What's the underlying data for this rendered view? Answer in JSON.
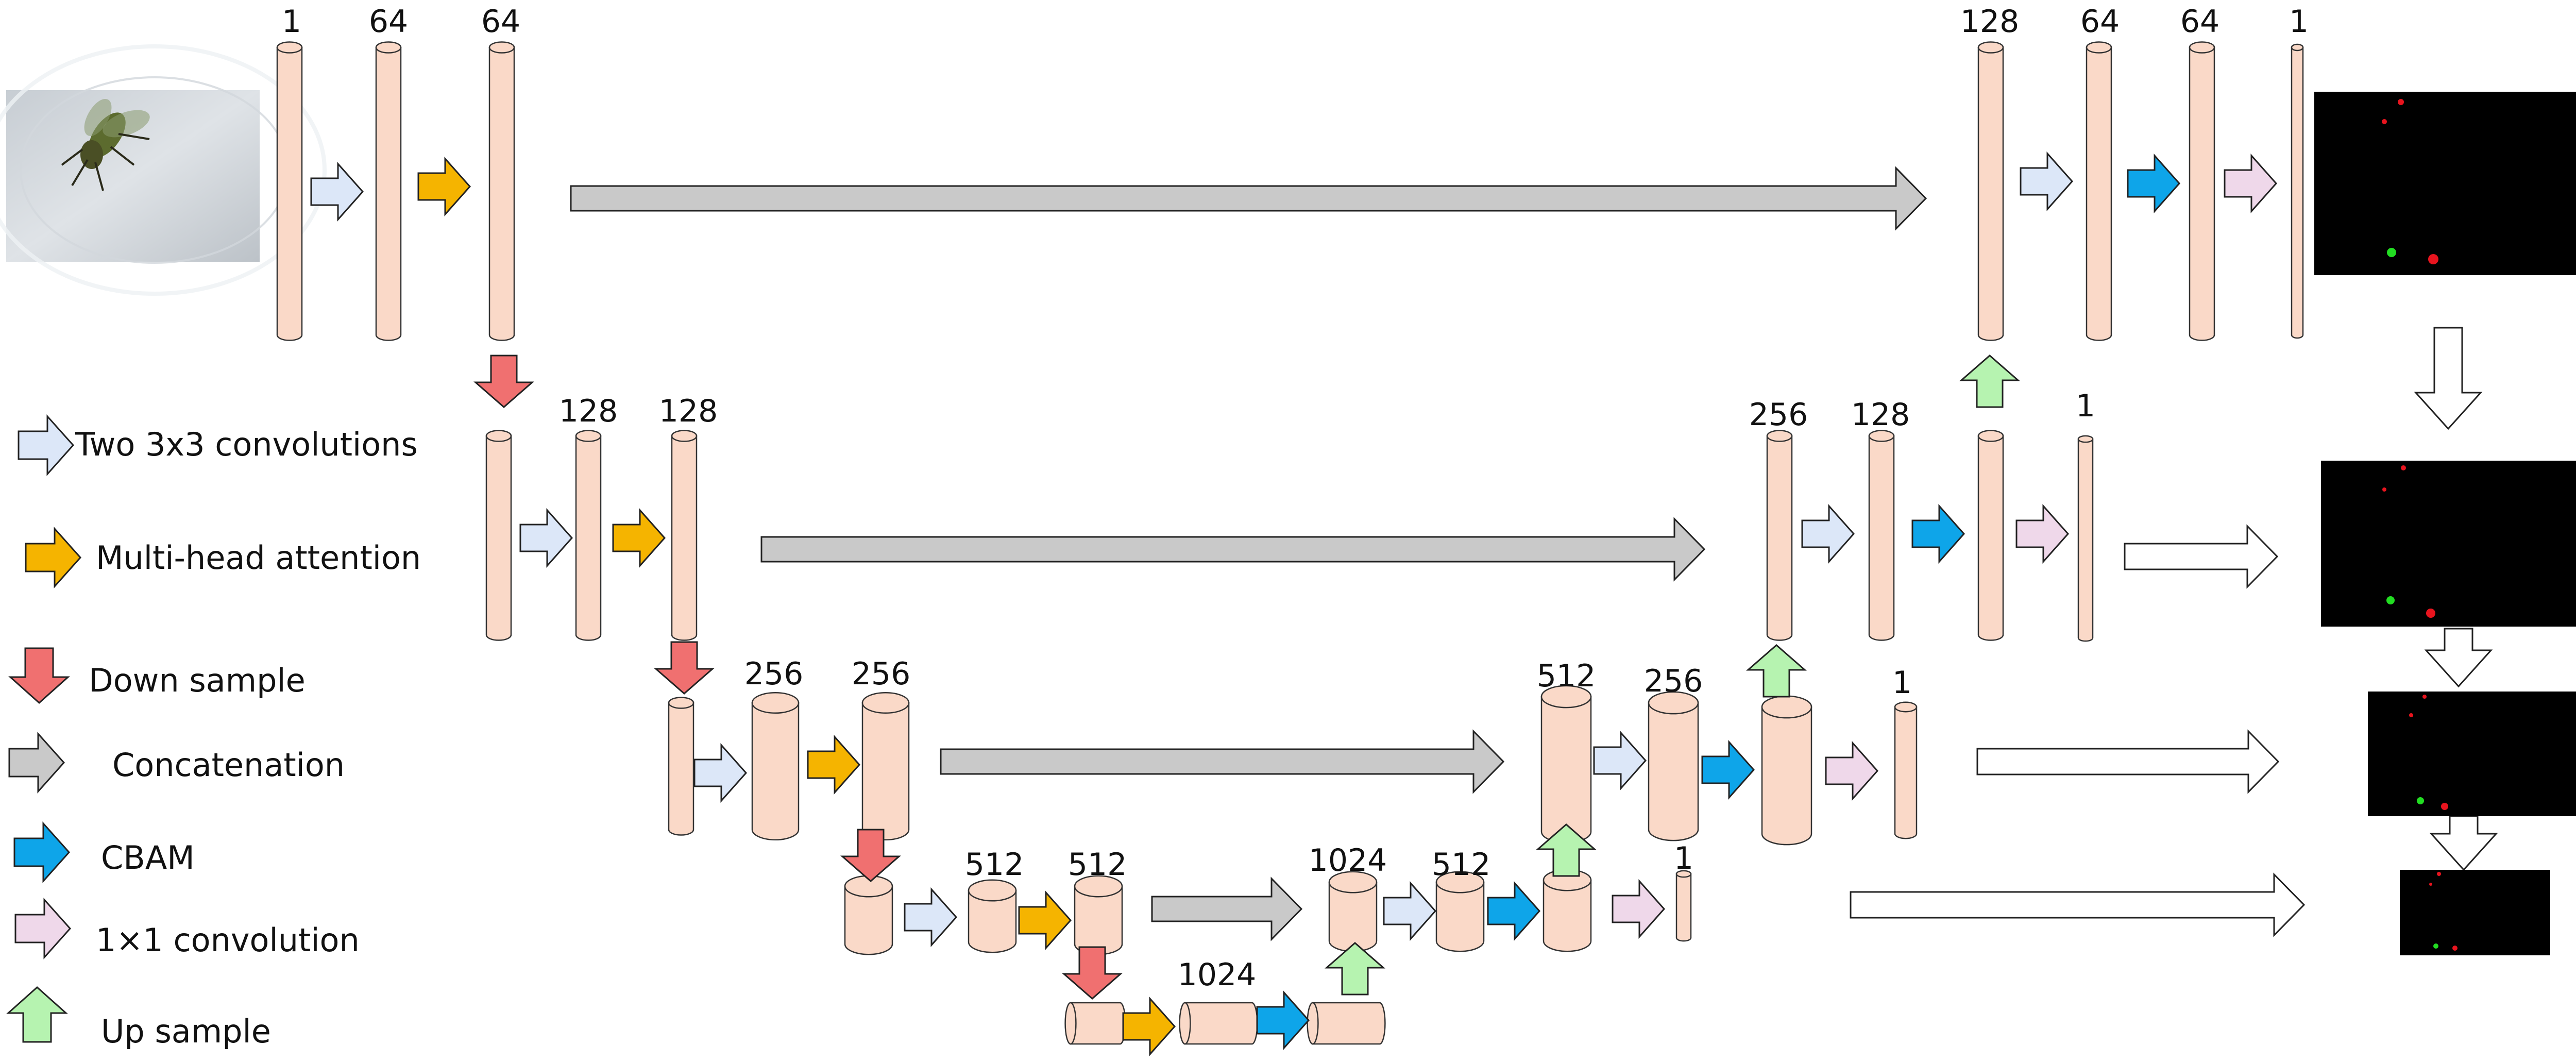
{
  "legend": {
    "items": [
      {
        "label": "Two 3x3 convolutions",
        "color": "#dce7f8",
        "dir": "right",
        "icon": "double-conv-arrow-icon"
      },
      {
        "label": "Multi-head attention",
        "color": "#f5b400",
        "dir": "right",
        "icon": "attention-arrow-icon"
      },
      {
        "label": "Down sample",
        "color": "#f07070",
        "dir": "down",
        "icon": "down-sample-arrow-icon"
      },
      {
        "label": "Concatenation",
        "color": "#c9c9c9",
        "dir": "right",
        "icon": "concatenation-arrow-icon"
      },
      {
        "label": "CBAM",
        "color": "#0ea5e9",
        "dir": "right",
        "icon": "cbam-arrow-icon"
      },
      {
        "label": "1×1 convolution",
        "color": "#efd8ea",
        "dir": "right",
        "icon": "one-by-one-conv-arrow-icon"
      },
      {
        "label": "Up sample",
        "color": "#b6f3b0",
        "dir": "up",
        "icon": "up-sample-arrow-icon"
      }
    ]
  },
  "encoder": {
    "level1": [
      "1",
      "64",
      "64"
    ],
    "level2": [
      "128",
      "128"
    ],
    "level3": [
      "256",
      "256"
    ],
    "level4": [
      "512",
      "512"
    ],
    "bottleneck": [
      "1024"
    ]
  },
  "decoder": {
    "level1": [
      "128",
      "64",
      "64",
      "1"
    ],
    "level2": [
      "256",
      "128",
      "1"
    ],
    "level3": [
      "512",
      "256",
      "1"
    ],
    "level4": [
      "1024",
      "512",
      "1"
    ]
  },
  "colors": {
    "feature_map": "#fad9c8",
    "feature_map_stroke": "#333333",
    "skip": "#c9c9c9",
    "output_arrow": "#ffffff",
    "mask_bg": "#000000",
    "mask_red": "#e8141e",
    "mask_green": "#22dd22"
  }
}
